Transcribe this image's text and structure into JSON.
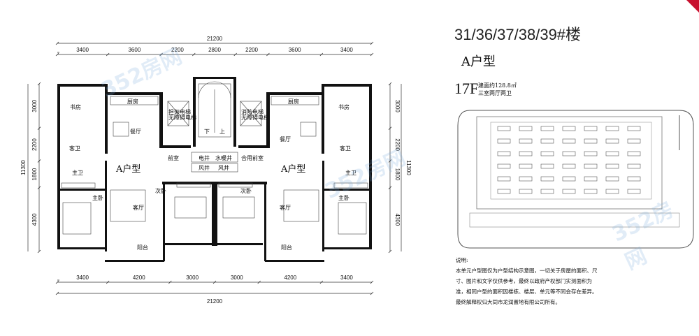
{
  "header": {
    "building": "31/36/37/38/39#楼",
    "unit_type": "A户型",
    "floor": "17F",
    "area": "建面约128.8㎡",
    "layout": "三室两厅两卫"
  },
  "dimensions": {
    "total_width": "21200",
    "top": [
      "3400",
      "3600",
      "2200",
      "2800",
      "2200",
      "3600",
      "3400"
    ],
    "bottom": [
      "3400",
      "4200",
      "3000",
      "3000",
      "4200",
      "3400"
    ],
    "left": [
      "3000",
      "2200",
      "1800",
      "4300"
    ],
    "right": [
      "3000",
      "2200",
      "1800",
      "4300"
    ],
    "total_depth": "11300"
  },
  "rooms": {
    "study": "书房",
    "kitchen": "厨房",
    "dining": "餐厅",
    "guest_bath": "客卫",
    "master_bath": "主卫",
    "unit_label": "A户型",
    "master_bed": "主卧",
    "living": "客厅",
    "balcony": "阳台",
    "second_bed": "次卧",
    "lobby": "前室",
    "shared_lobby": "合用前室",
    "elevator_1a": "担架电梯",
    "elevator_1b": "无障碍电梯",
    "elevator_2a": "消防电梯",
    "elevator_2b": "无障碍电梯",
    "electric_shaft": "电井",
    "plumbing_shaft": "水暖井",
    "air_shaft": "风井",
    "stair_down": "下",
    "stair_up": "上"
  },
  "notes": {
    "heading": "说明:",
    "lines": [
      "本单元户型图仅为户型结构示意图，一切关于房屋的面积、尺",
      "寸、图片和文字仅供参考，最终以政府产权部门实测面积为",
      "准，相同户型的面积因楼栋、楼层、单元等不同会存在差异。",
      "最终解释权归大同市龙润置地有限公司所有。"
    ]
  },
  "watermark": "352房网",
  "colors": {
    "accent": "#c8102e",
    "watermark": "#78aadc"
  }
}
